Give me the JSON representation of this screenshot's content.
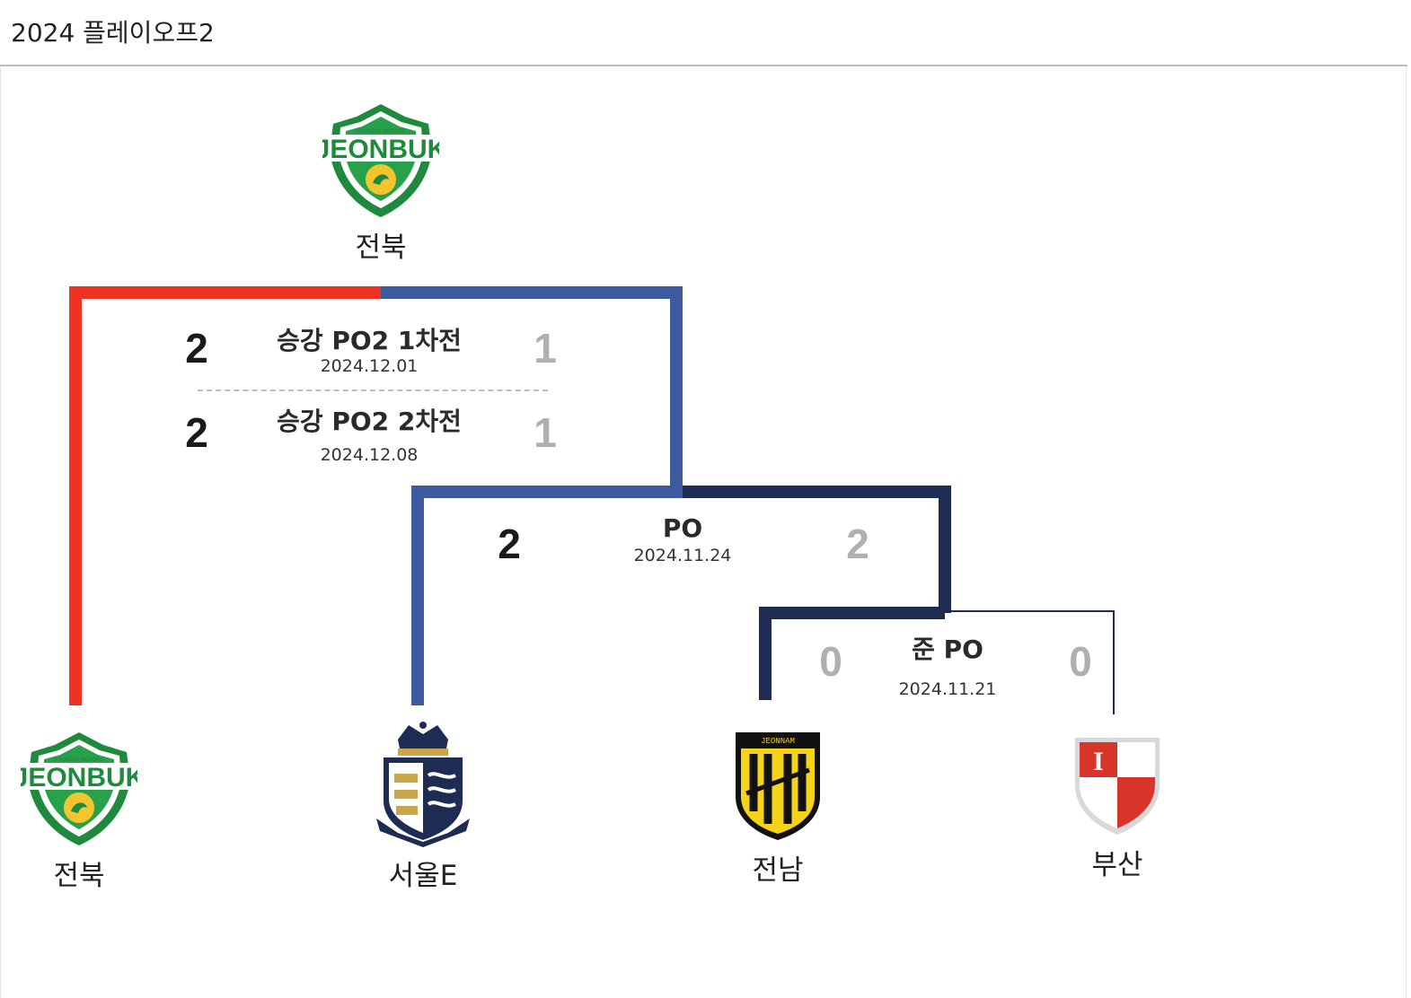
{
  "page": {
    "title": "2024 플레이오프2"
  },
  "colors": {
    "jeonbuk_red": "#ee3322",
    "seoul_blue": "#3e5a9e",
    "jeonnam_navy": "#1e2b52",
    "busan_navy": "#1e2b52",
    "win_score": "#1a1a1a",
    "lose_score": "#b0b0b0"
  },
  "winner": {
    "name": "전북",
    "logo": "jeonbuk-logo"
  },
  "teams": [
    {
      "name": "전북",
      "logo": "jeonbuk-logo"
    },
    {
      "name": "서울E",
      "logo": "seoul-eland-logo"
    },
    {
      "name": "전남",
      "logo": "jeonnam-logo"
    },
    {
      "name": "부산",
      "logo": "busan-logo"
    }
  ],
  "matches": {
    "final_leg1": {
      "label": "승강 PO2 1차전",
      "date": "2024.12.01",
      "home_score": "2",
      "away_score": "1"
    },
    "final_leg2": {
      "label": "승강 PO2 2차전",
      "date": "2024.12.08",
      "home_score": "2",
      "away_score": "1"
    },
    "po": {
      "label": "PO",
      "date": "2024.11.24",
      "home_score": "2",
      "away_score": "2"
    },
    "semi_po": {
      "label": "준 PO",
      "date": "2024.11.21",
      "home_score": "0",
      "away_score": "0"
    }
  }
}
